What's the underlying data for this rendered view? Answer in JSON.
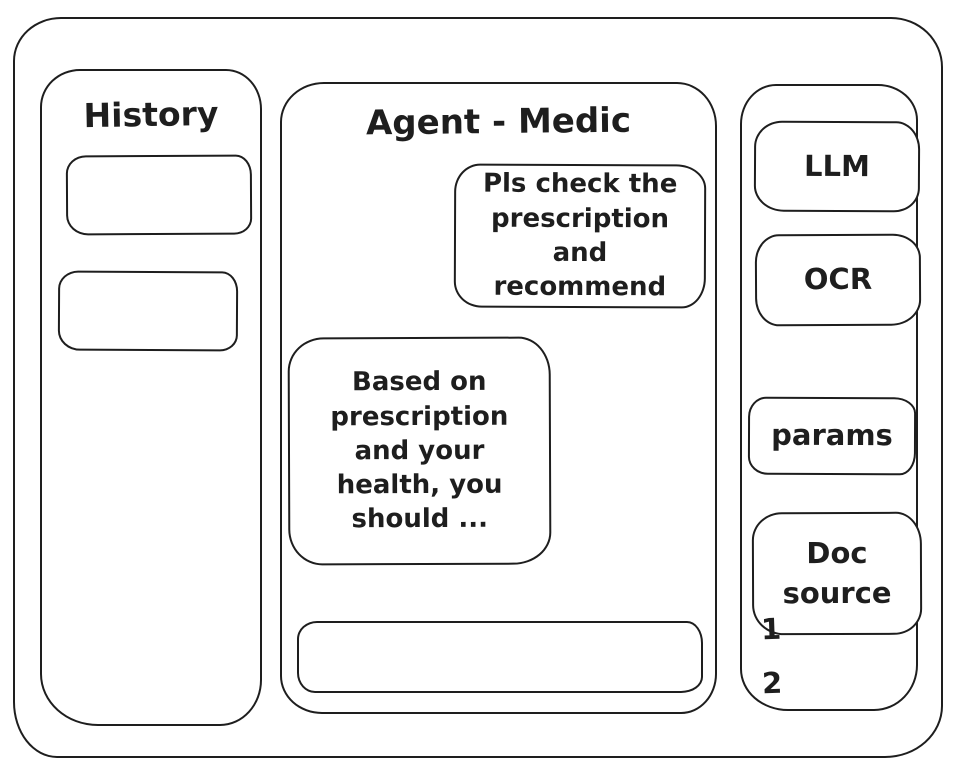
{
  "history_panel": {
    "title": "History",
    "items": [
      {
        "label": ""
      },
      {
        "label": ""
      }
    ]
  },
  "chat_panel": {
    "title": "Agent - Medic",
    "messages": [
      {
        "role": "user",
        "text": "Pls check the prescription and recommend"
      },
      {
        "role": "assistant",
        "text": "Based on prescription and your health, you should ..."
      }
    ],
    "input": {
      "value": "",
      "placeholder": ""
    }
  },
  "tools_panel": {
    "llm_label": "LLM",
    "ocr_label": "OCR",
    "params_label": "params",
    "doc_source_label": "Doc source",
    "doc_source_items": [
      {
        "label": "1"
      },
      {
        "label": "2"
      }
    ]
  },
  "colors": {
    "stroke": "#1e1e1e",
    "background": "#ffffff"
  }
}
